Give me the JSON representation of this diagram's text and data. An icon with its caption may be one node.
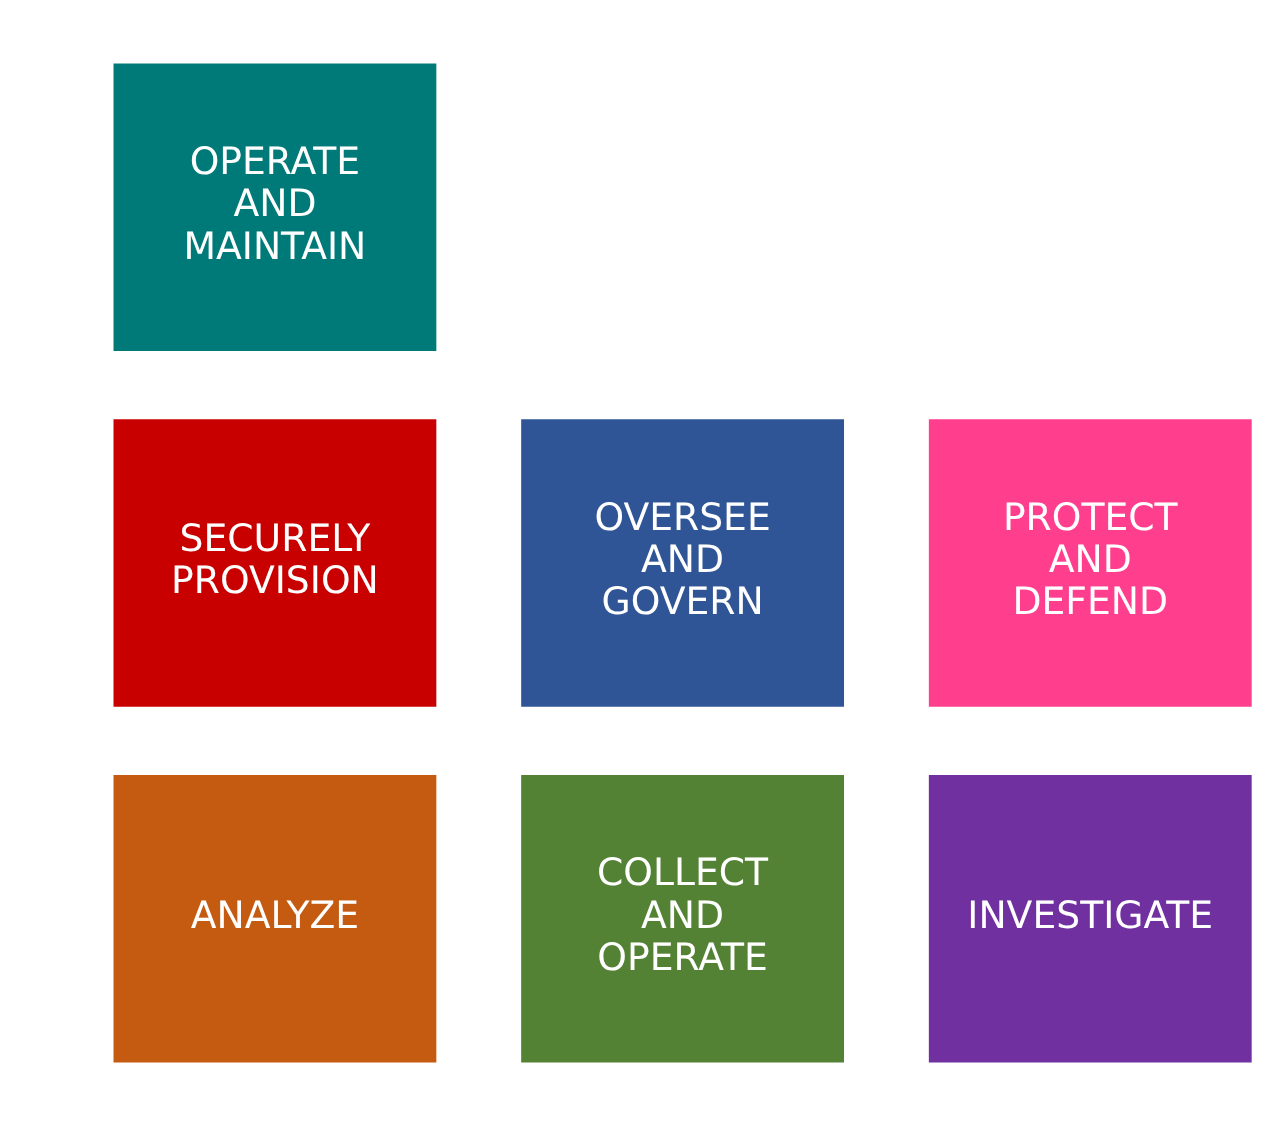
{
  "diagram": {
    "nodes": [
      {
        "text": [
          "OPERATE AND MAINTAIN"
        ]
      },
      {
        "text": [
          "SECURELY PROVISION"
        ]
      },
      {
        "text": [
          "PROTECT AND DEFEND"
        ]
      },
      {
        "text": [
          "OVERSEE AND GOVERN"
        ]
      },
      {
        "text": [
          "ANALYZE"
        ]
      },
      {
        "text": [
          "INVESTIGATE"
        ]
      },
      {
        "text": [
          "COLLECT AND OPERATE"
        ]
      }
    ]
  }
}
